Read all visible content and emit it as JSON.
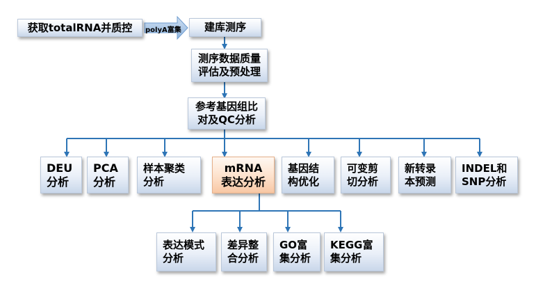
{
  "top_arrow_label": "polyA富集",
  "nodes": {
    "extract": "获取totalRNA并质控",
    "library": "建库测序",
    "qc": "测序数据质量\n评估及预处理",
    "align": "参考基因组比\n对及QC分析",
    "deu": "DEU\n分析",
    "pca": "PCA\n分析",
    "cluster": "样本聚类\n分析",
    "mrna": "mRNA\n表达分析",
    "structure": "基因结\n构优化",
    "splice": "可变剪\n切分析",
    "novel": "新转录\n本预测",
    "indel": "INDEL和\nSNP分析",
    "pattern": "表达模式\n分析",
    "diff": "差异整\n合分析",
    "go": "GO富\n集分析",
    "kegg": "KEGG富\n集分析"
  },
  "colors": {
    "connector": "#2e75b6",
    "highlight": "#f8c7a4"
  }
}
